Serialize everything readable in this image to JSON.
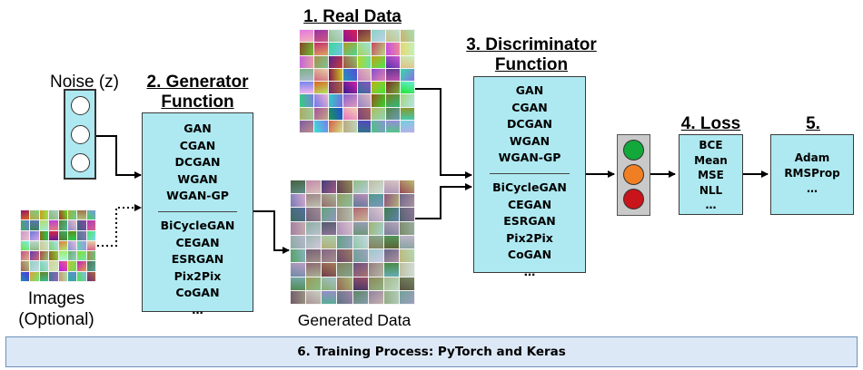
{
  "real_data": {
    "title": "1. Real Data"
  },
  "noise": {
    "label": "Noise (z)"
  },
  "images": {
    "label_line1": "Images",
    "label_line2": "(Optional)"
  },
  "generated": {
    "label": "Generated Data"
  },
  "generator": {
    "title_line1": "2. Generator",
    "title_line2": "Function",
    "group1": [
      "GAN",
      "CGAN",
      "DCGAN",
      "WGAN",
      "WGAN-GP"
    ],
    "group2": [
      "BiCycleGAN",
      "CEGAN",
      "ESRGAN",
      "Pix2Pix",
      "CoGAN",
      "…"
    ]
  },
  "discriminator": {
    "title_line1": "3. Discriminator",
    "title_line2": "Function",
    "group1": [
      "GAN",
      "CGAN",
      "DCGAN",
      "WGAN",
      "WGAN-GP"
    ],
    "group2": [
      "BiCycleGAN",
      "CEGAN",
      "ESRGAN",
      "Pix2Pix",
      "CoGAN",
      "…"
    ]
  },
  "loss": {
    "title": "4. Loss",
    "items": [
      "BCE",
      "Mean",
      "MSE",
      "NLL",
      "…"
    ]
  },
  "optimizer": {
    "title": "5. Optimizer",
    "items": [
      "Adam",
      "RMSProp",
      "…"
    ]
  },
  "training": {
    "label": "6. Training Process: PyTorch and Keras"
  },
  "colors": {
    "box_fill": "#aee9f1",
    "banner_fill": "#dce8f6",
    "light_green": "#12a83a",
    "light_orange": "#f07e22",
    "light_red": "#c8141a",
    "traffic_body": "#c9c9c9"
  }
}
